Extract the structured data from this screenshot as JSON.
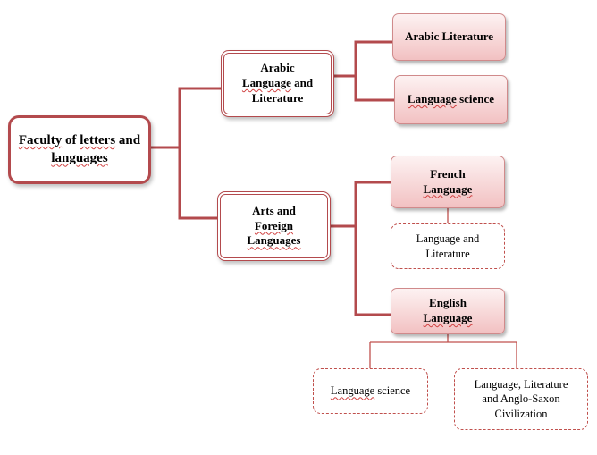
{
  "diagram": {
    "root": {
      "line1_a": "Faculty",
      "line1_b": " of ",
      "line1_c": "letters",
      "line1_d": " and",
      "line2": "languages"
    },
    "arabic": {
      "line1": "Arabic",
      "line2_a": "Language",
      "line2_b": " and",
      "line3": "Literature",
      "children": {
        "literature": "Arabic Literature",
        "science_a": "Language",
        "science_b": " science"
      }
    },
    "foreign": {
      "line1": "Arts and",
      "line2": "Foreign",
      "line3": "Languages",
      "french": {
        "line1": "French",
        "line2": "Language",
        "child_line1": "Language and",
        "child_line2": "Literature"
      },
      "english": {
        "line1": "English",
        "line2": "Language",
        "child1_a": "Language",
        "child1_b": " science",
        "child2_line1": "Language, Literature",
        "child2_line2": "and Anglo-Saxon",
        "child2_line3": "Civilization"
      }
    }
  },
  "colors": {
    "connector": "#b34a4d",
    "thin_connector": "#c0504d",
    "leaf_fill_top": "#fdf2f2",
    "leaf_fill_bottom": "#f2c1c2"
  }
}
